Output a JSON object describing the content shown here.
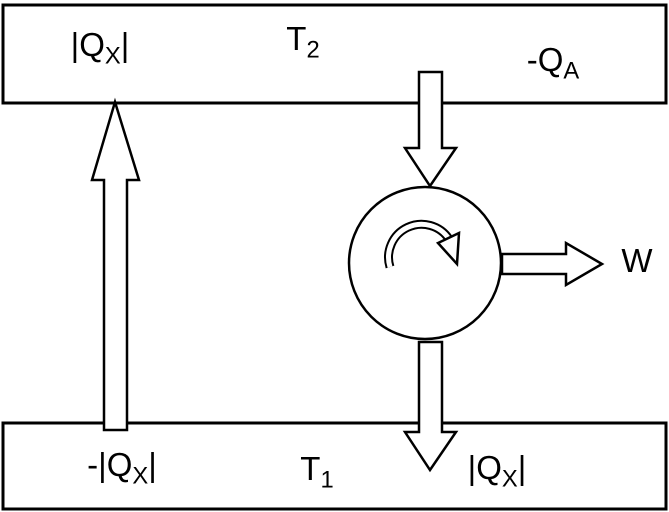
{
  "labels": {
    "top_left": {
      "pre": "|Q",
      "sub": "X",
      "post": "|"
    },
    "top_temp": {
      "pre": "T",
      "sub": "2",
      "post": ""
    },
    "top_right": {
      "pre": "-Q",
      "sub": "A",
      "post": ""
    },
    "work": {
      "pre": "W",
      "sub": "",
      "post": ""
    },
    "bottom_left": {
      "pre": "-|Q",
      "sub": "X",
      "post": "|"
    },
    "bottom_temp": {
      "pre": "T",
      "sub": "1",
      "post": ""
    },
    "bottom_right": {
      "pre": "|Q",
      "sub": "X",
      "post": "|"
    }
  },
  "colors": {
    "line": "#000000",
    "fill": "#ffffff",
    "background": "#ffffff"
  }
}
